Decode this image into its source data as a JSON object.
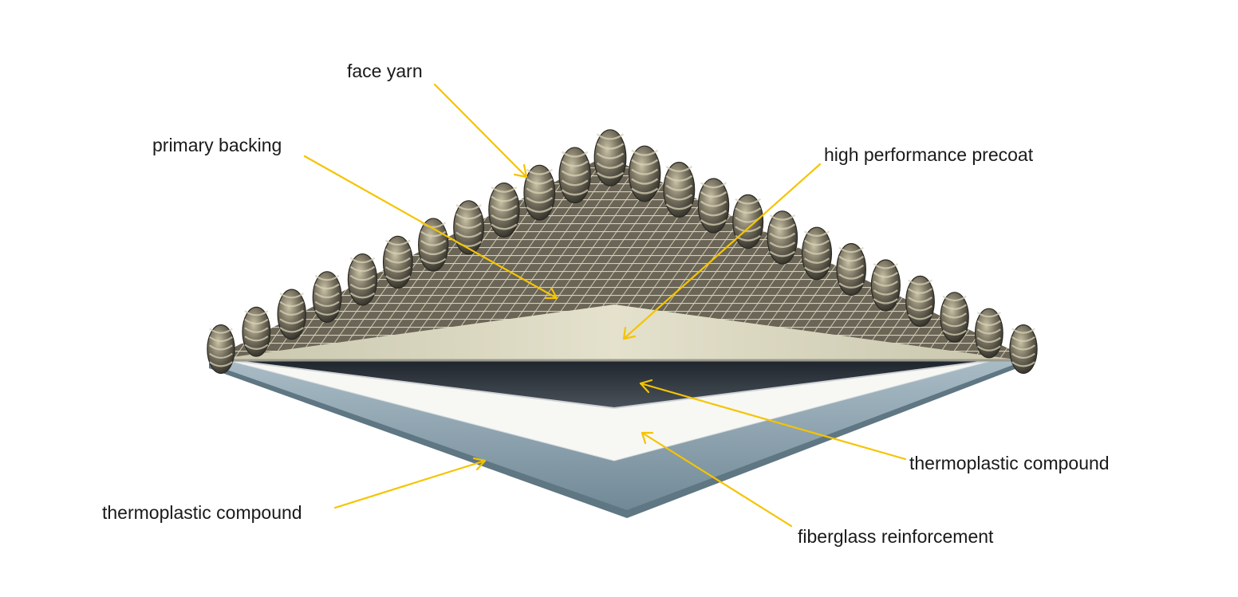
{
  "labels": {
    "face_yarn": "face yarn",
    "primary_backing": "primary backing",
    "high_performance_precoat": "high performance precoat",
    "thermoplastic_compound_right": "thermoplastic compound",
    "fiberglass_reinforcement": "fiberglass reinforcement",
    "thermoplastic_compound_left": "thermoplastic compound"
  },
  "colors": {
    "leader_line": "#f5c400",
    "label_text": "#1a1a1a",
    "yarn_dark": "#3d3b33",
    "yarn_light": "#b9b39c",
    "precoat": "#d8d5bd",
    "thermoplastic_dark": "#2f353d",
    "fiberglass": "#f7f7f4",
    "thermoplastic_base": "#8fa6b2"
  }
}
